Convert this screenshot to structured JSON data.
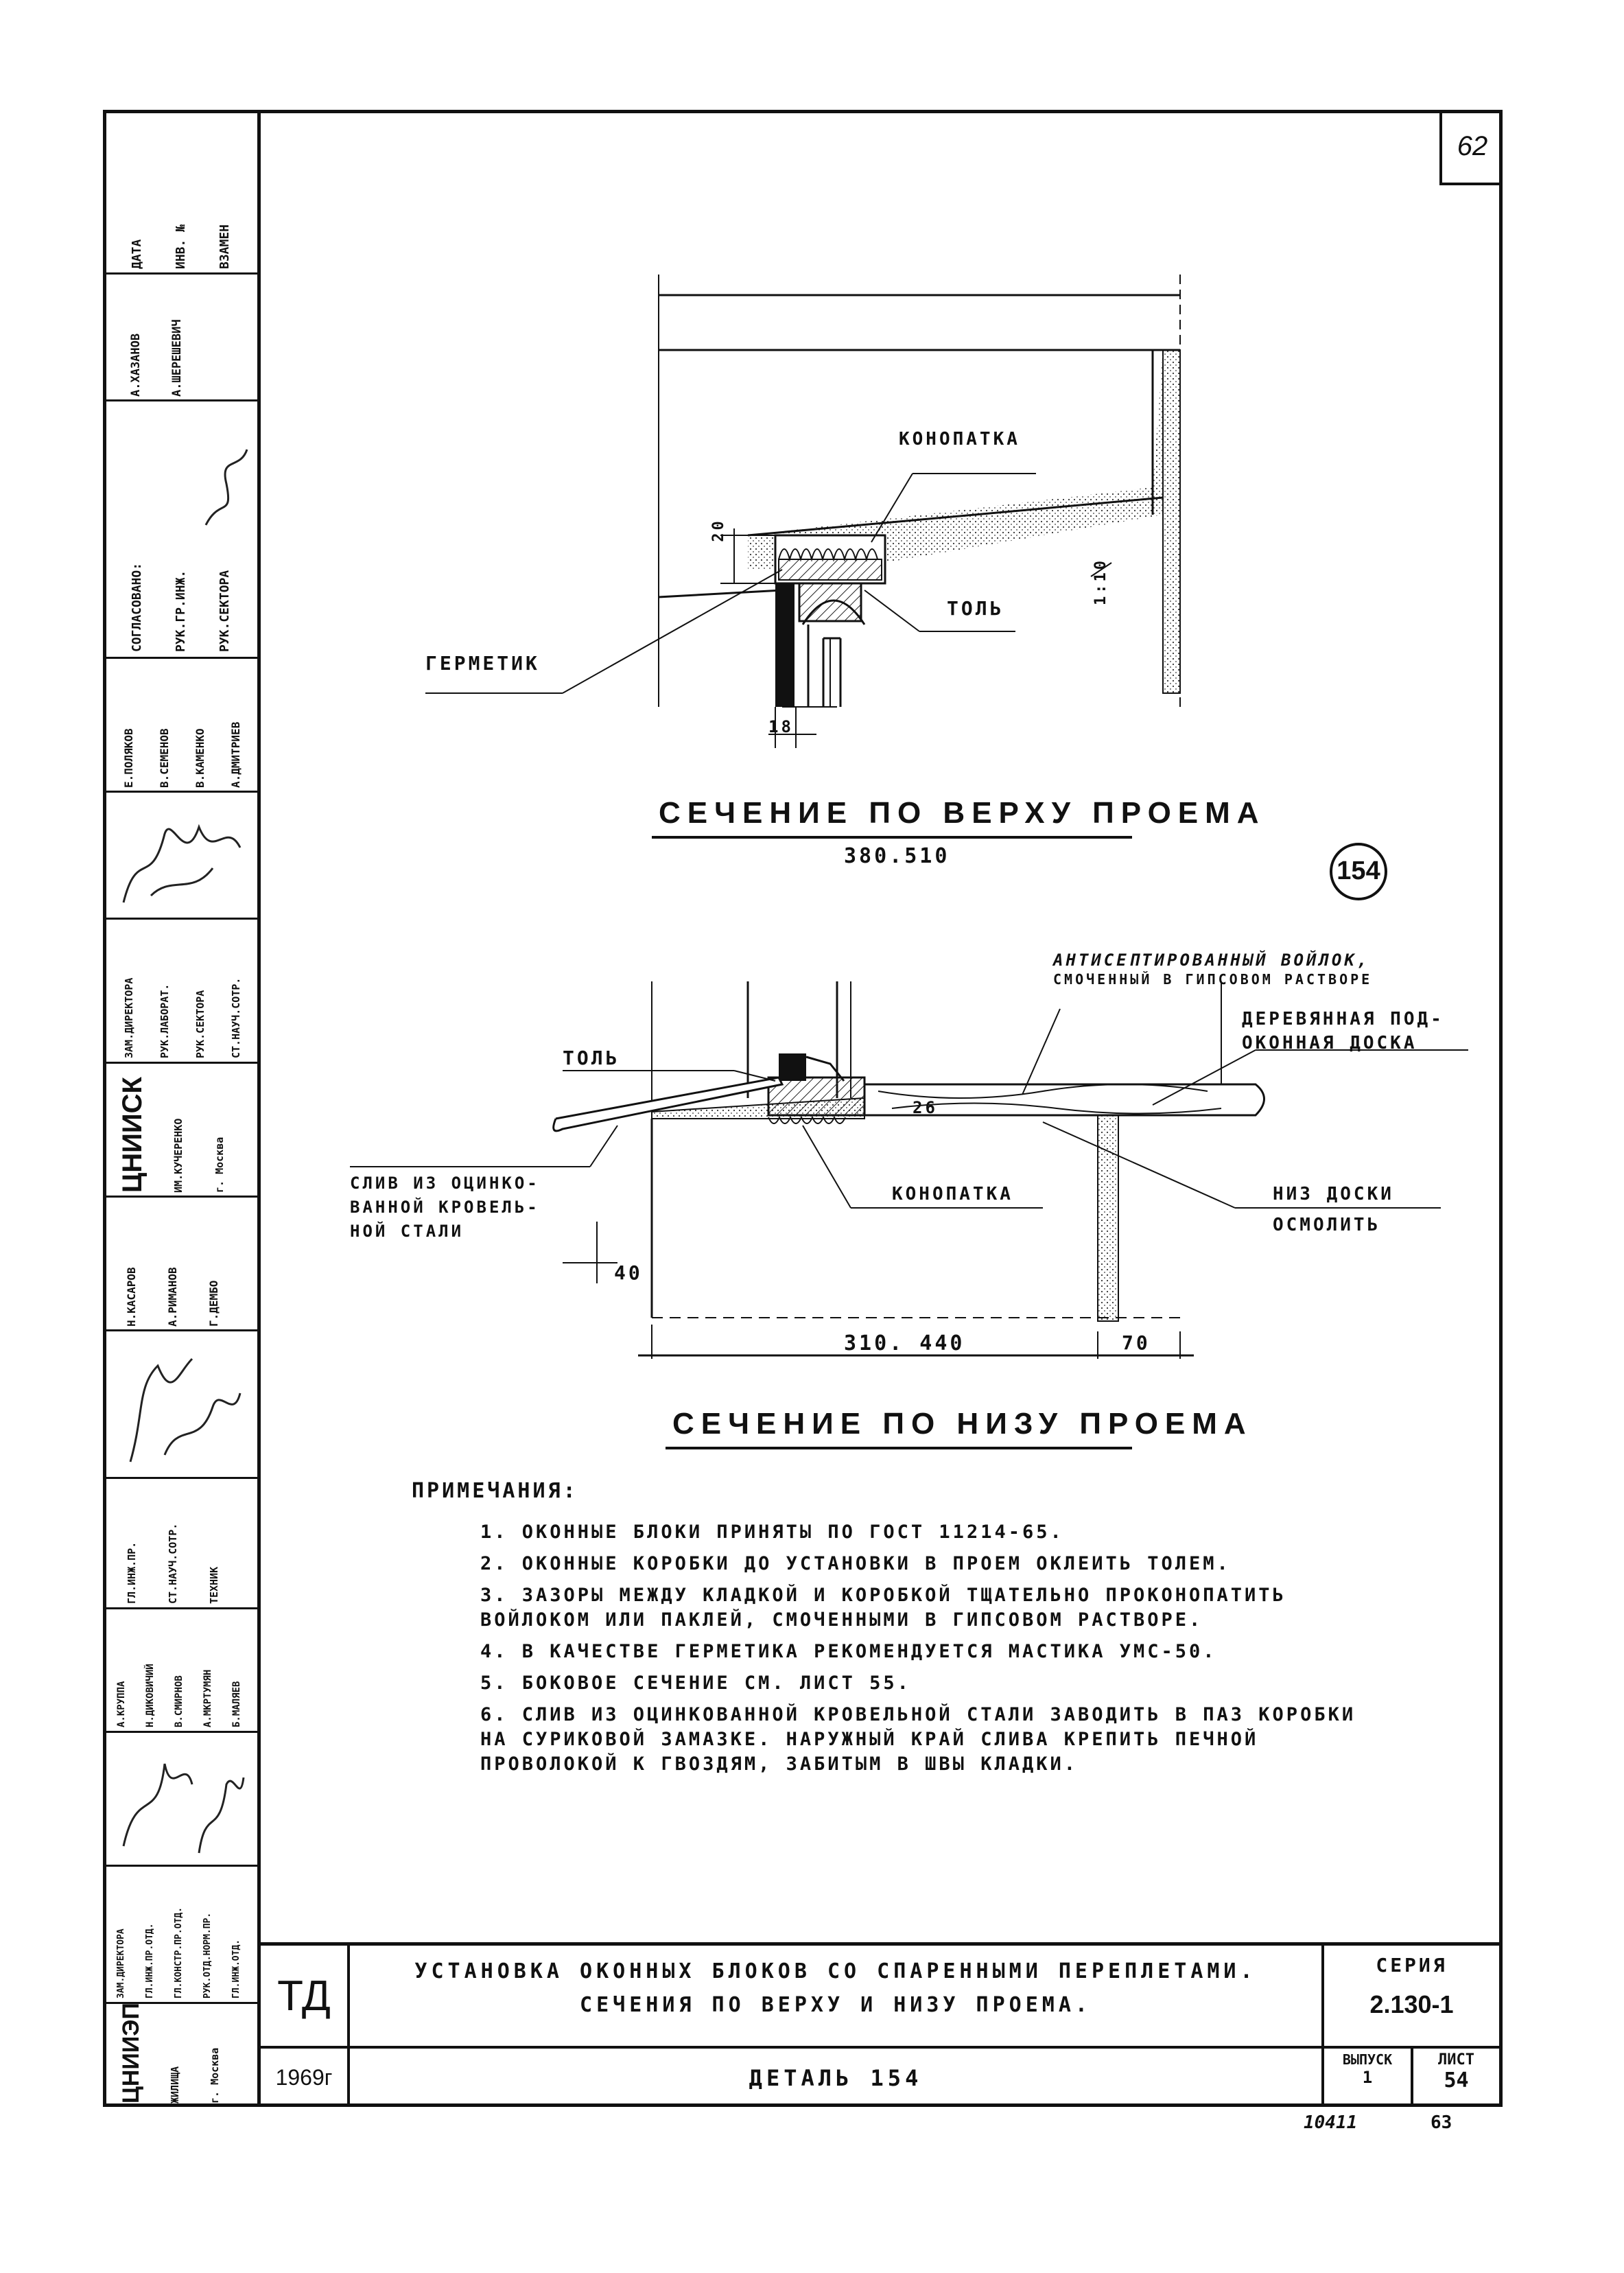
{
  "page_number": "62",
  "stamp_strip": {
    "rows": [
      {
        "lines": [
          "ДАТА",
          "ИНВ. №",
          "ВЗАМЕН"
        ]
      },
      {
        "lines": [
          "А.ХАЗАНОВ",
          "А.ШЕРЕШЕВИЧ"
        ]
      },
      {
        "lines": [
          "СОГЛАСОВАНО:",
          "РУК.ГР.ИНЖ.",
          "РУК.СЕКТОРА"
        ]
      },
      {
        "lines": [
          "Е.ПОЛЯКОВ",
          "В.СЕМЕНОВ",
          "В.КАМЕНКО",
          "А.ДМИТРИЕВ"
        ]
      },
      {
        "lines": []
      },
      {
        "lines": [
          "ЗАМ.ДИРЕКТОРА",
          "РУК.ЛАБОРАТ.",
          "РУК.СЕКТОРА",
          "СТ.НАУЧ.СОТР."
        ]
      },
      {
        "lines": [
          "ЦНИИСК",
          "ИМ.КУЧЕРЕНКО",
          "г. Москва"
        ]
      },
      {
        "lines": [
          "Н.КАСАРОВ",
          "А.РИМАНОВ",
          "Г.ДЕМБО"
        ]
      },
      {
        "lines": []
      },
      {
        "lines": [
          "ГЛ.ИНЖ.ПР.",
          "СТ.НАУЧ.СОТР.",
          "ТЕХНИК"
        ]
      },
      {
        "lines": [
          "А.КРУППА",
          "Н.ДИКОВИЧИЙ",
          "В.СМИРНОВ",
          "А.МКРТУМЯН",
          "Б.МАЛЯЕВ"
        ]
      },
      {
        "lines": []
      },
      {
        "lines": [
          "ЗАМ.ДИРЕКТОРА",
          "ГЛ.ИНЖ.ПР.ОТД.",
          "ГЛ.КОНСТР.ПР.ОТД.",
          "РУК.ОТД.НОРМ.ПР.",
          "ГЛ.ИНЖ.ОТД."
        ]
      },
      {
        "lines": [
          "ЦНИИЭП",
          "ЖИЛИЩА",
          "г. Москва"
        ]
      }
    ]
  },
  "top_section": {
    "dimension_width": "380.510",
    "label_konopatka": "КОНОПАТКА",
    "label_tol": "ТОЛЬ",
    "label_germetik": "ГЕРМЕТИК",
    "dim_20": "20",
    "dim_18": "18",
    "dim_slope": "1:10",
    "title": "СЕЧЕНИЕ ПО ВЕРХУ ПРОЕМА"
  },
  "detail_mark": "154",
  "bottom_section": {
    "label_antiseptic_1": "АНТИСЕПТИРОВАННЫЙ ВОЙЛОК,",
    "label_antiseptic_2": "СМОЧЕННЫЙ В ГИПСОВОМ РАСТВОРЕ",
    "label_board_1": "ДЕРЕВЯННАЯ ПОД-",
    "label_board_2": "ОКОННАЯ ДОСКА",
    "label_tol": "ТОЛЬ",
    "label_sliv_1": "СЛИВ ИЗ ОЦИНКО-",
    "label_sliv_2": "ВАННОЙ КРОВЕЛЬ-",
    "label_sliv_3": "НОЙ СТАЛИ",
    "label_konopatka": "КОНОПАТКА",
    "label_niz_1": "НИЗ ДОСКИ",
    "label_niz_2": "ОСМОЛИТЬ",
    "dim_26": "26",
    "dim_40": "40",
    "dim_width": "310. 440",
    "dim_70": "70",
    "title": "СЕЧЕНИЕ ПО НИЗУ ПРОЕМА"
  },
  "notes": {
    "heading": "ПРИМЕЧАНИЯ:",
    "items": [
      "1. ОКОННЫЕ БЛОКИ ПРИНЯТЫ ПО ГОСТ 11214-65.",
      "2. ОКОННЫЕ КОРОБКИ ДО УСТАНОВКИ В ПРОЕМ ОКЛЕИТЬ ТОЛЕМ.",
      "3. ЗАЗОРЫ МЕЖДУ КЛАДКОЙ И КОРОБКОЙ ТЩАТЕЛЬНО ПРОКОНОПАТИТЬ ВОЙЛОКОМ ИЛИ ПАКЛЕЙ, СМОЧЕННЫМИ В ГИПСОВОМ РАСТВОРЕ.",
      "4. В КАЧЕСТВЕ ГЕРМЕТИКА РЕКОМЕНДУЕТСЯ МАСТИКА УМС-50.",
      "5. БОКОВОЕ СЕЧЕНИЕ СМ. ЛИСТ 55.",
      "6. СЛИВ ИЗ ОЦИНКОВАННОЙ КРОВЕЛЬНОЙ СТАЛИ ЗАВОДИТЬ В ПАЗ КОРОБКИ НА СУРИКОВОЙ ЗАМАЗКЕ. НАРУЖНЫЙ КРАЙ СЛИВА КРЕПИТЬ ПЕЧНОЙ ПРОВОЛОКОЙ К ГВОЗДЯМ, ЗАБИТЫМ В ШВЫ КЛАДКИ."
    ]
  },
  "title_block": {
    "td": "ТД",
    "year": "1969г",
    "title_line1": "УСТАНОВКА ОКОННЫХ БЛОКОВ СО СПАРЕННЫМИ ПЕРЕПЛЕТАМИ.",
    "title_line2": "СЕЧЕНИЯ ПО ВЕРХУ И НИЗУ ПРОЕМА.",
    "detail": "ДЕТАЛЬ 154",
    "seria_label": "СЕРИЯ",
    "seria_value": "2.130-1",
    "vypusk_label": "ВЫПУСК",
    "vypusk_value": "1",
    "list_label": "ЛИСТ",
    "list_value": "54",
    "below_left": "10411",
    "below_right": "63"
  }
}
